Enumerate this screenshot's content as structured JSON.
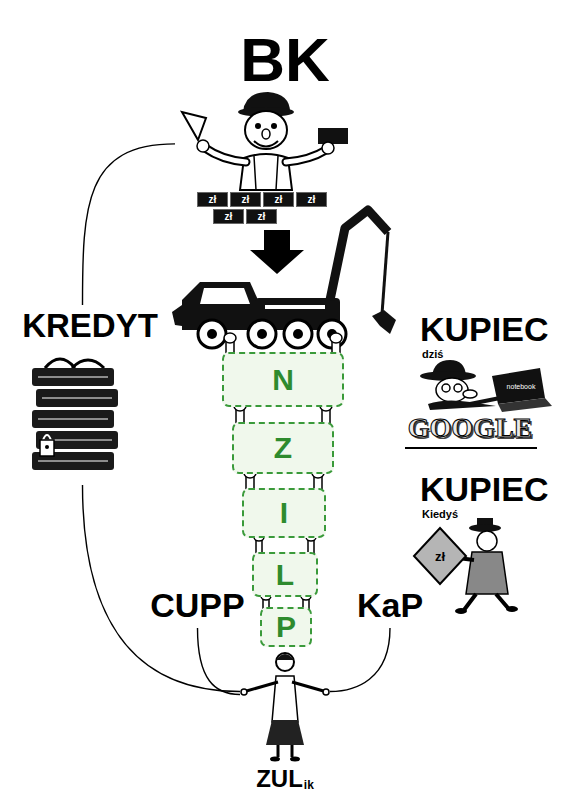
{
  "diagram": {
    "nodes": [
      {
        "text": [
          "BK"
        ]
      },
      {
        "text": [
          "KREDYT"
        ]
      },
      {
        "text": [
          "KUPIEC",
          "dziś"
        ]
      },
      {
        "text": [
          "N"
        ]
      },
      {
        "text": [
          "Z"
        ]
      },
      {
        "text": [
          "I"
        ]
      },
      {
        "text": [
          "L"
        ]
      },
      {
        "text": [
          "P"
        ]
      },
      {
        "text": [
          "KUPIEC",
          "Kiedyś"
        ]
      },
      {
        "text": [
          "CUPP"
        ]
      },
      {
        "text": [
          "KaP"
        ]
      },
      {
        "text": [
          "ZUL",
          "ik"
        ]
      }
    ],
    "edges": [
      {
        "from": 0,
        "to": 1,
        "arrow": "none"
      },
      {
        "from": 1,
        "to": 11,
        "arrow": "none"
      },
      {
        "from": 9,
        "to": 11,
        "arrow": "none"
      },
      {
        "from": 10,
        "to": 11,
        "arrow": "none"
      }
    ],
    "labels": [
      "zł",
      "zł",
      "zł",
      "zł",
      "zł",
      "zł",
      "GOOGLE",
      "notebook",
      "zł"
    ]
  }
}
